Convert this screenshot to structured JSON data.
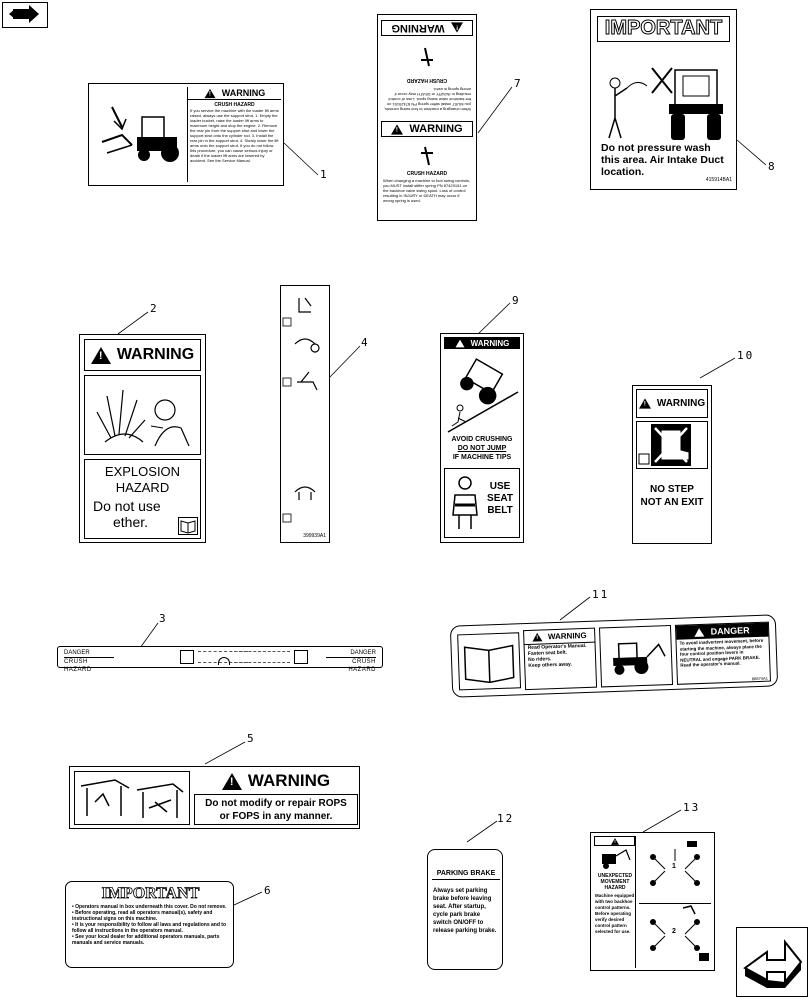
{
  "nav": {
    "top_icon": "folder-arrow-icon",
    "bottom_icon": "next-arrow-icon"
  },
  "callouts": [
    "1",
    "2",
    "3",
    "4",
    "5",
    "6",
    "7",
    "8",
    "9",
    "10",
    "11",
    "12",
    "13"
  ],
  "decal1": {
    "warning": "WARNING",
    "hazard": "CRUSH HAZARD",
    "text": "If you service the machine with the loader lift arms raised, always use the support strut. 1. Empty the loader bucket, raise the loader lift arms to maximum height and stop the engine. 2. Remove the rear pin from the support strut and lower the support strut onto the cylinder rod. 3. Install the rear pin in the support strut. 4. Slowly lower the lift arms onto the support strut. If you do not follow this procedure, you can cause serious injury or death if the loader lift arms are lowered by accident. See the Service Manual."
  },
  "decal2": {
    "warning": "WARNING",
    "line1": "EXPLOSION",
    "line2": "HAZARD",
    "line3": "Do not use",
    "line4": "ether."
  },
  "decal3": {
    "danger_left": "DANGER",
    "danger_right": "DANGER",
    "crush_left": "CRUSH HAZARD",
    "crush_right": "CRUSH HAZARD"
  },
  "decal4": {
    "code": "399939A1"
  },
  "decal5": {
    "warning": "WARNING",
    "line1": "Do not modify or repair ROPS",
    "line2": "or FOPS in any manner."
  },
  "decal6": {
    "title": "IMPORTANT",
    "bullets": [
      "Operators manual in box underneath this cover. Do not remove.",
      "Before operating, read all operators manual(s), safety and instructional signs on this machine.",
      "It is your responsibility to follow all laws and regulations and to follow all instructions in the operators manual.",
      "See your local dealer for additional operators manuals, parts manuals and service manuals."
    ]
  },
  "decal7": {
    "warning": "WARNING",
    "hazard": "CRUSH HAZARD",
    "text": "When changing a machine to foot swing controls, you MUST install stiffer spring PN 87429151 on the backhoe valve swing spool. Loss of control resulting in INJURY or DEATH may occur if wrong spring is used."
  },
  "decal8": {
    "title": "IMPORTANT",
    "line1": "Do not pressure wash",
    "line2": "this area. Air Intake Duct",
    "line3": "location.",
    "code": "415914BA1"
  },
  "decal9": {
    "warning": "WARNING",
    "line1": "AVOID CRUSHING",
    "line2": "DO NOT JUMP",
    "line3": "IF MACHINE TIPS",
    "seat1": "USE",
    "seat2": "SEAT",
    "seat3": "BELT"
  },
  "decal10": {
    "warning": "WARNING",
    "line1": "NO STEP",
    "line2": "NOT AN EXIT"
  },
  "decal11": {
    "warning": "WARNING",
    "danger": "DANGER",
    "warn_items": [
      "Read Operator's Manual.",
      "Fasten seat belt.",
      "No riders.",
      "Keep others away."
    ],
    "danger_text": "To avoid inadvertent movement, before starting the machine, always place the four control position levers in NEUTRAL and engage PARK BRAKE. Read the operator's manual.",
    "code": "88874A1"
  },
  "decal12": {
    "title": "PARKING BRAKE",
    "text": "Always set parking brake before leaving seat. After startup, cycle park brake switch ON/OFF to release parking brake."
  },
  "decal13": {
    "hazard1": "UNEXPECTED",
    "hazard2": "MOVEMENT",
    "hazard3": "HAZARD",
    "text": "Machine equipped with two backhoe control patterns. Before operating verify desired control pattern selected for use.",
    "pattern1": "1",
    "pattern2": "2"
  }
}
